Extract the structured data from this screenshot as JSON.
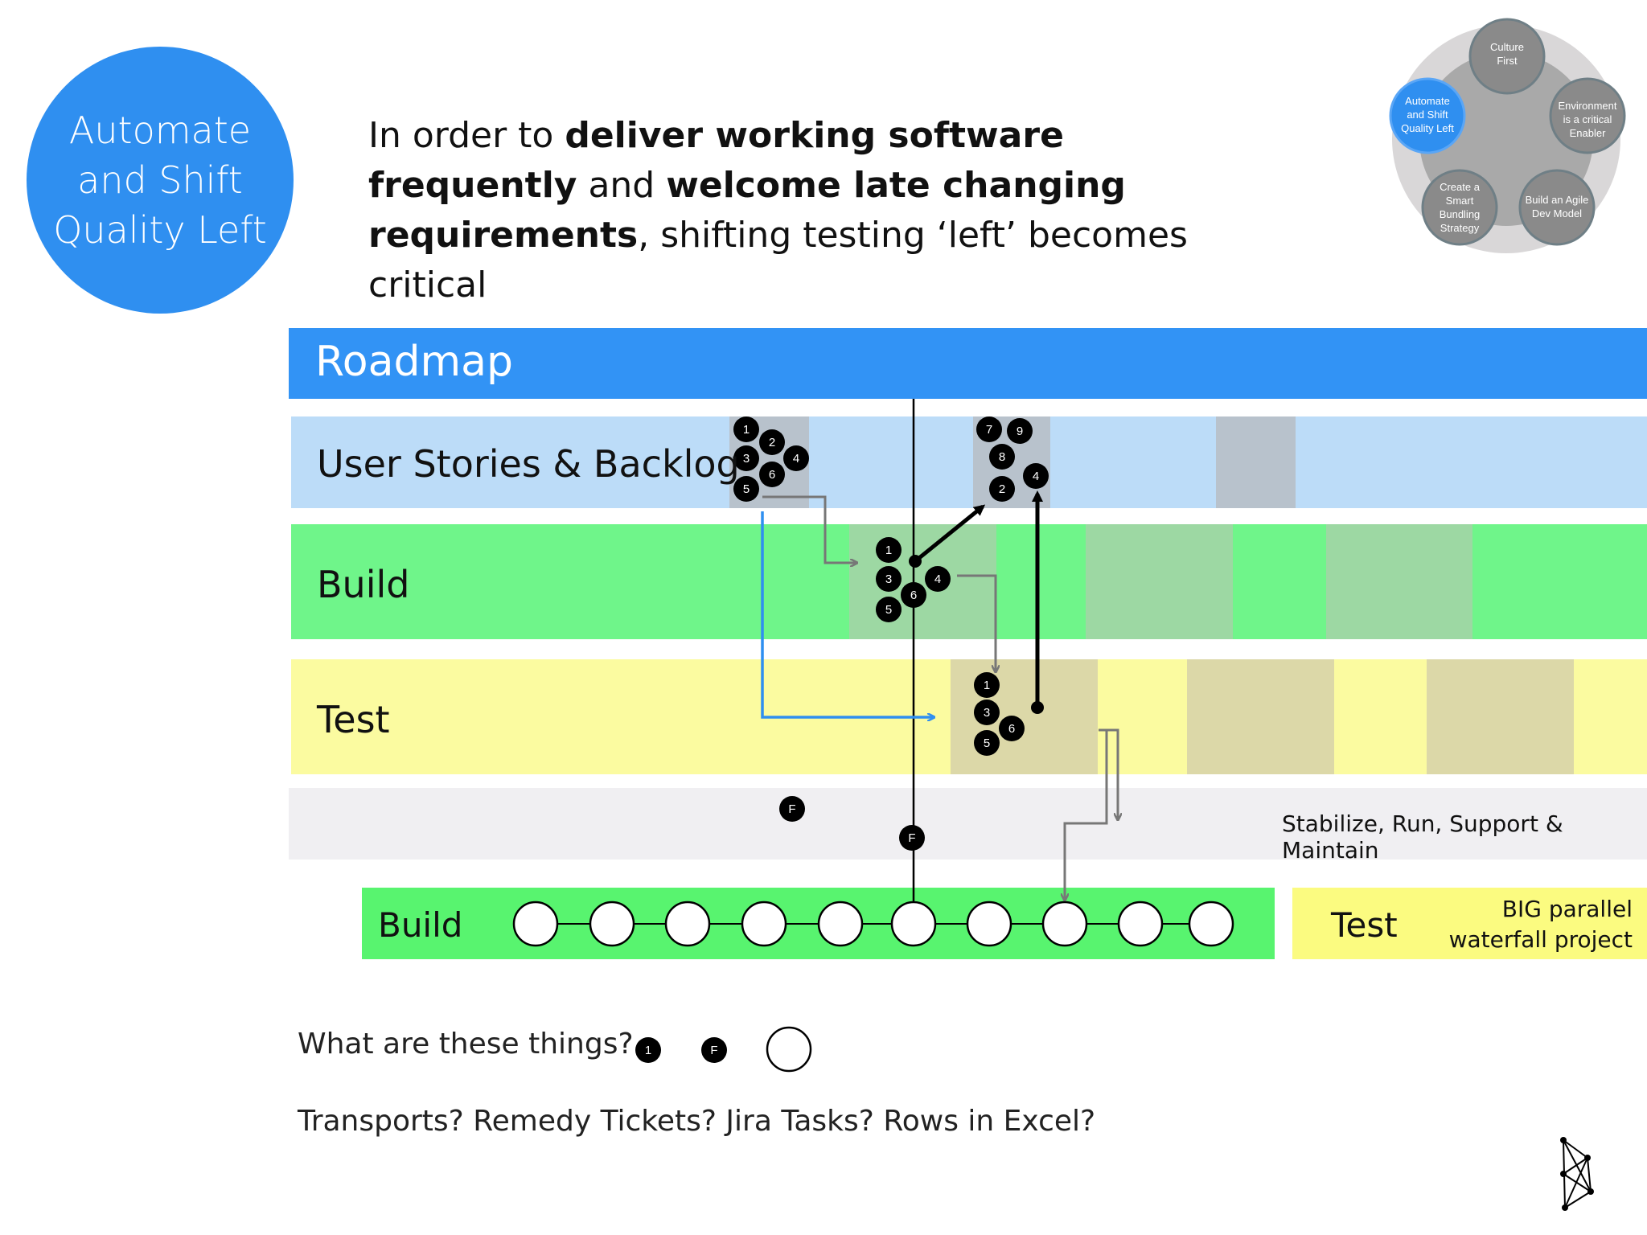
{
  "badge": {
    "title_lines": [
      "Automate",
      "and Shift",
      "Quality Left"
    ],
    "color": "#2f8ff0"
  },
  "headline": {
    "p1": "In order to ",
    "b1": "deliver working software frequently",
    "p2": " and ",
    "b2": "welcome late changing requirements",
    "p3": ", shifting testing ‘left’ becomes critical"
  },
  "wheel": {
    "items": [
      {
        "id": "culture",
        "lines": [
          "Culture",
          "First"
        ],
        "active": false
      },
      {
        "id": "environment",
        "lines": [
          "Environment",
          "is a critical",
          "Enabler"
        ],
        "active": false
      },
      {
        "id": "agile",
        "lines": [
          "Build an Agile",
          "Dev Model"
        ],
        "active": false
      },
      {
        "id": "bundling",
        "lines": [
          "Create a",
          "Smart",
          "Bundling",
          "Strategy"
        ],
        "active": false
      },
      {
        "id": "automate",
        "lines": [
          "Automate",
          "and Shift",
          "Quality Left"
        ],
        "active": true
      }
    ]
  },
  "lanes": {
    "roadmap": "Roadmap",
    "user_stories": "User Stories & Backlog",
    "build": "Build",
    "test": "Test",
    "stabilize": "Stabilize, Run, Support & Maintain"
  },
  "waterfall": {
    "build_label": "Build",
    "test_label": "Test",
    "note_lines": [
      "BIG parallel",
      "waterfall project"
    ]
  },
  "questions": {
    "q1": "What are these things?",
    "q2": "Transports? Remedy Tickets? Jira Tasks? Rows in Excel?",
    "legend_token": "1",
    "legend_f": "F"
  },
  "tokens": {
    "backlog_a": [
      "1",
      "2",
      "3",
      "4",
      "6",
      "5"
    ],
    "backlog_b": [
      "7",
      "9",
      "8",
      "2",
      "4"
    ],
    "build": [
      "1",
      "3",
      "4",
      "6",
      "5"
    ],
    "test": [
      "1",
      "3",
      "6",
      "5"
    ],
    "f": "F"
  },
  "colors": {
    "roadmap": "#3293f5",
    "backlog": "#bcdcf8",
    "build": "#6ff58a",
    "test": "#fbfba0",
    "stabilize": "#f0eff2"
  }
}
